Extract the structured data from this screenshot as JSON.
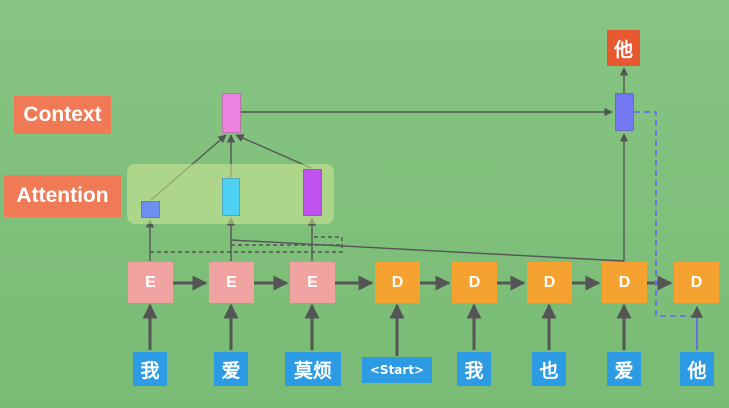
{
  "labels": {
    "context": "Context",
    "attention": "Attention"
  },
  "encoder": [
    {
      "label": "E"
    },
    {
      "label": "E"
    },
    {
      "label": "E"
    }
  ],
  "decoder": [
    {
      "label": "D"
    },
    {
      "label": "D"
    },
    {
      "label": "D"
    },
    {
      "label": "D"
    },
    {
      "label": "D"
    }
  ],
  "inputs": [
    "我",
    "爱",
    "莫烦",
    "<Start>",
    "我",
    "也",
    "爱",
    "他"
  ],
  "output": "他",
  "colors": {
    "background": "#7dbf7a",
    "label_box": "#ef7a55",
    "encoder": "#f0a3a0",
    "decoder": "#f5a230",
    "token": "#2d9be4",
    "output": "#e8582f",
    "attention_weights": [
      "#6d8ff0",
      "#4fd1f5",
      "#c052f0"
    ],
    "context_vector": "#ee82e0",
    "decoder_context": "#7478f0",
    "arrow": "#555555",
    "dashed_feedback": "#6671e8"
  }
}
